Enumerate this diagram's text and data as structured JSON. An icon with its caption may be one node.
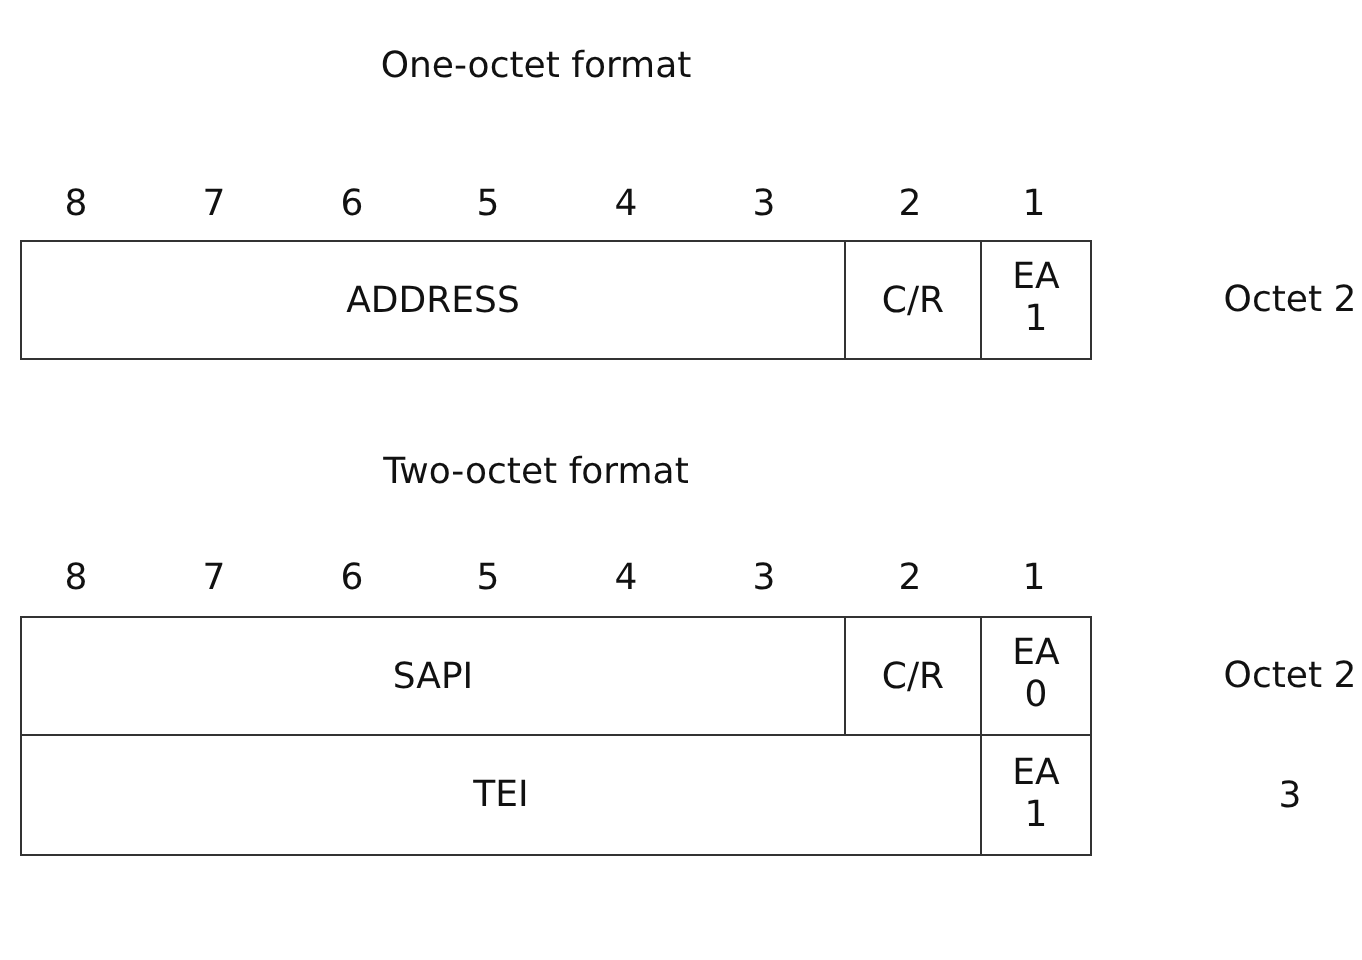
{
  "diagram": {
    "nodes": [
      {
        "text": [
          "ADDRESS"
        ]
      },
      {
        "text": [
          "C/R"
        ]
      },
      {
        "text": [
          "EA 1"
        ]
      },
      {
        "text": [
          "SAPI"
        ]
      },
      {
        "text": [
          "C/R"
        ]
      },
      {
        "text": [
          "EA 0"
        ]
      },
      {
        "text": [
          "TEI"
        ]
      },
      {
        "text": [
          "EA 1"
        ]
      }
    ],
    "edges": [],
    "labels": [
      "One-octet format",
      "8",
      "7",
      "6",
      "5",
      "4",
      "3",
      "2",
      "1",
      "Octet 2",
      "Two-octet format",
      "8",
      "7",
      "6",
      "5",
      "4",
      "3",
      "2",
      "1",
      "Octet 2",
      "3"
    ]
  }
}
